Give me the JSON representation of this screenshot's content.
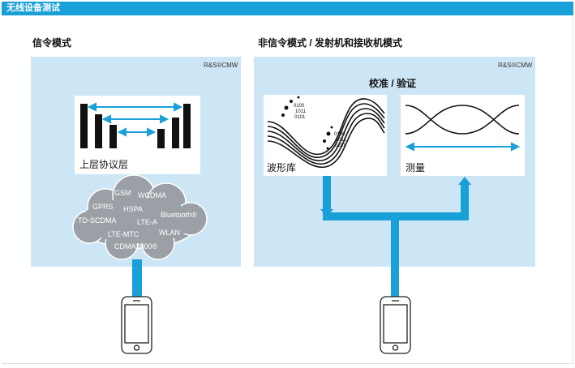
{
  "header": {
    "title": "无线设备测试"
  },
  "colors": {
    "accent": "#1aa0d8",
    "panel": "#cde6f5",
    "cloud": "#9aa0a5",
    "ink": "#111111"
  },
  "signaling": {
    "title": "信令模式",
    "brand": "R&S®CMW",
    "protocol_caption": "上层协议层",
    "cloud_items": [
      {
        "label": "GSM"
      },
      {
        "label": "WCDMA"
      },
      {
        "label": "GPRS"
      },
      {
        "label": "HSPA"
      },
      {
        "label": "Bluetooth®"
      },
      {
        "label": "TD-SCDMA"
      },
      {
        "label": "LTE-A"
      },
      {
        "label": "LTE-MTC"
      },
      {
        "label": "WLAN"
      },
      {
        "label": "CDMA2000®"
      }
    ]
  },
  "nonsignaling": {
    "title": "非信令模式 / 发射机和接收机模式",
    "brand": "R&S®CMW",
    "calibration_title": "校准 / 验证",
    "waveform_caption": "波形库",
    "measurement_caption": "测量",
    "binary_rows_a": [
      "0100",
      "1011",
      "0101"
    ],
    "binary_rows_b": [
      "0100",
      "1011",
      "0101"
    ]
  },
  "icons": {
    "phone_left": "smartphone-icon",
    "phone_right": "smartphone-icon",
    "cloud": "cloud-icon",
    "bars": "protocol-stack-icon",
    "waveform": "waveform-icon",
    "measurement": "crossing-curves-icon"
  }
}
